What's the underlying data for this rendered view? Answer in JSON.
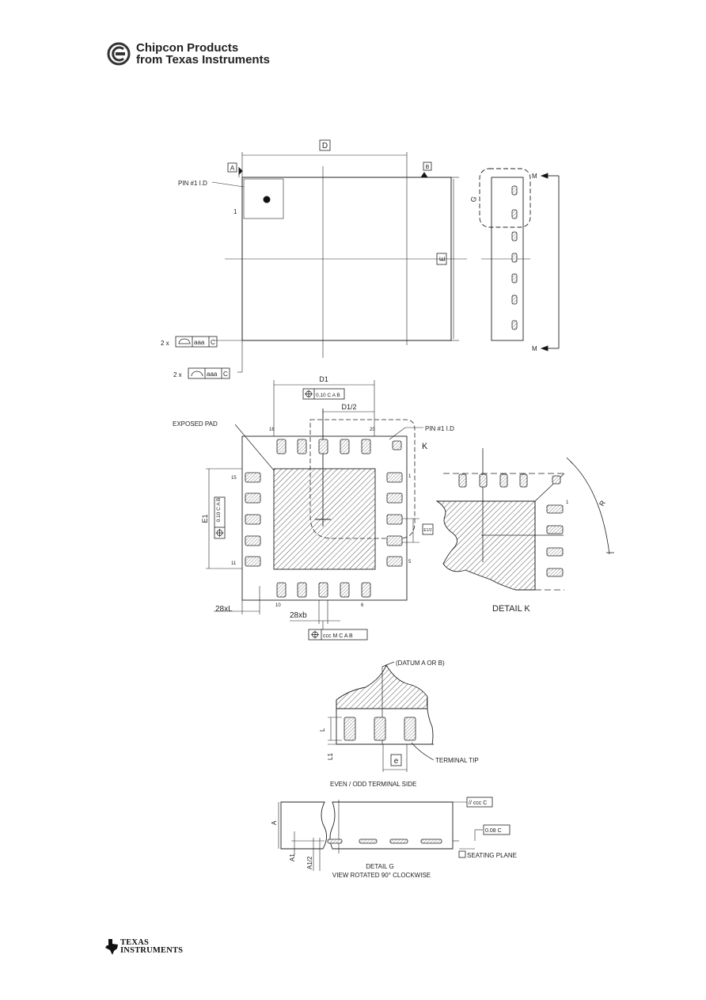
{
  "header": {
    "brand_line1": "Chipcon Products",
    "brand_line2": "from Texas Instruments"
  },
  "footer": {
    "ti_line1": "TEXAS",
    "ti_line2": "INSTRUMENTS"
  },
  "labels": {
    "dim_D": "D",
    "datum_A": "A",
    "datum_B": "B",
    "pin1_id": "PIN #1 I.D",
    "pin_1": "1",
    "dim_E": "E",
    "view_G": "G",
    "section_M": "M",
    "twox": "2 x",
    "fcf_aaa": "aaa",
    "fcf_C": "C",
    "dim_D1": "D1",
    "fcf_top": "0.10 C A B",
    "dim_D1_half": "D1/2",
    "pin_16": "16",
    "pin_20": "20",
    "pin1_id_2": "PIN #1 I.D",
    "detail_K_ref": "K",
    "exposed_pad": "EXPOSED PAD",
    "pin_15": "15",
    "pin_1b": "1",
    "pin_11": "11",
    "pin_5": "5",
    "pin_10": "10",
    "pin_6": "6",
    "dim_E1": "E1",
    "fcf_left": "0.10 C A B",
    "dim_E1_half": "E1/2",
    "dim_28xL": "28xL",
    "dim_28xb": "28xb",
    "fcf_bottom": "ccc M C A B",
    "detail_k_title": "DETAIL  K",
    "detail_k_pin1": "1",
    "detail_k_R": "R",
    "datum_callout": "(DATUM A OR B)",
    "dim_L": "L",
    "dim_L1": "L1",
    "dim_e": "e",
    "terminal_tip": "TERMINAL TIP",
    "even_odd": "EVEN / ODD TERMINAL SIDE",
    "fcf_parallel": "// ccc C",
    "fcf_profile": "0.08 C",
    "dim_A": "A",
    "dim_A1": "A1",
    "dim_A1_half": "A1/2",
    "seating_plane": "SEATING PLANE",
    "detail_g_title": "DETAIL  G",
    "detail_g_sub": "VIEW ROTATED 90° CLOCKWISE"
  }
}
